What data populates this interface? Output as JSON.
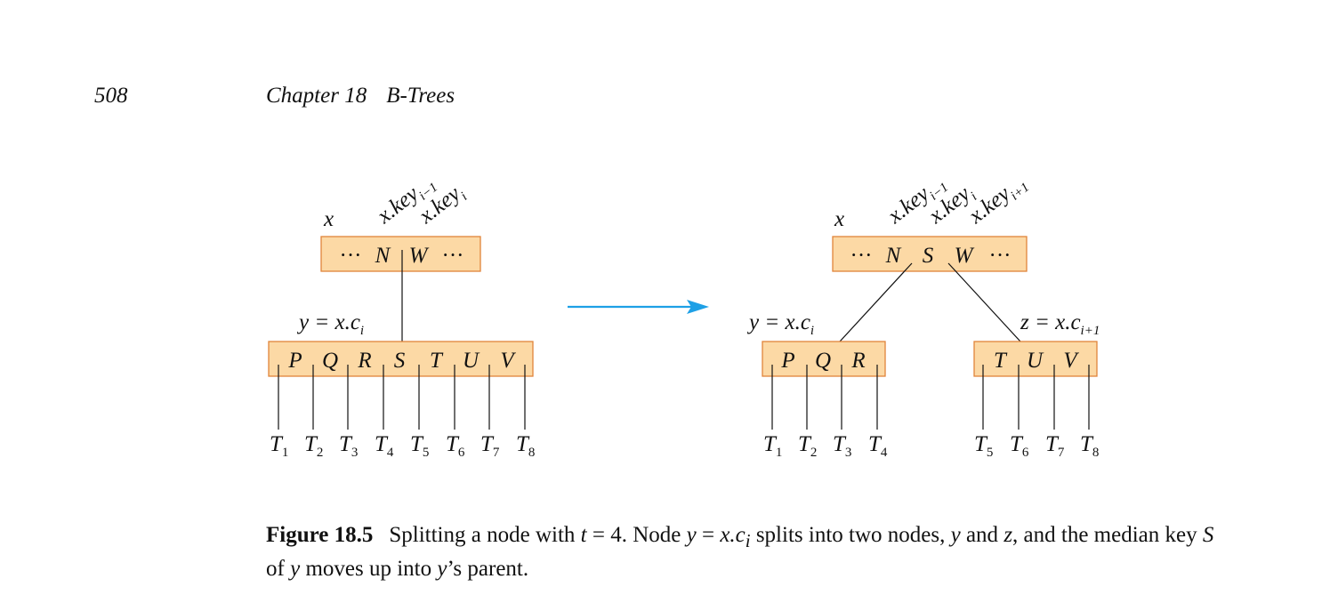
{
  "header": {
    "page_number": "508",
    "chapter": "Chapter 18",
    "chapter_title": "B-Trees"
  },
  "figure": {
    "before": {
      "parent_label": "x",
      "parent_key_labels": [
        {
          "base": "x.key",
          "sub": "i−1"
        },
        {
          "base": "x.key",
          "sub": "i"
        }
      ],
      "parent_keys": [
        "···",
        "N",
        "W",
        "···"
      ],
      "child_label": {
        "base": "y = x.c",
        "sub": "i"
      },
      "child_keys": [
        "P",
        "Q",
        "R",
        "S",
        "T",
        "U",
        "V"
      ],
      "subtrees": [
        {
          "base": "T",
          "sub": "1"
        },
        {
          "base": "T",
          "sub": "2"
        },
        {
          "base": "T",
          "sub": "3"
        },
        {
          "base": "T",
          "sub": "4"
        },
        {
          "base": "T",
          "sub": "5"
        },
        {
          "base": "T",
          "sub": "6"
        },
        {
          "base": "T",
          "sub": "7"
        },
        {
          "base": "T",
          "sub": "8"
        }
      ]
    },
    "after": {
      "parent_label": "x",
      "parent_key_labels": [
        {
          "base": "x.key",
          "sub": "i−1"
        },
        {
          "base": "x.key",
          "sub": "i"
        },
        {
          "base": "x.key",
          "sub": "i+1"
        }
      ],
      "parent_keys": [
        "···",
        "N",
        "S",
        "W",
        "···"
      ],
      "left_label": {
        "base": "y = x.c",
        "sub": "i"
      },
      "right_label": {
        "base": "z = x.c",
        "sub": "i+1"
      },
      "left_keys": [
        "P",
        "Q",
        "R"
      ],
      "right_keys": [
        "T",
        "U",
        "V"
      ],
      "left_subtrees": [
        {
          "base": "T",
          "sub": "1"
        },
        {
          "base": "T",
          "sub": "2"
        },
        {
          "base": "T",
          "sub": "3"
        },
        {
          "base": "T",
          "sub": "4"
        }
      ],
      "right_subtrees": [
        {
          "base": "T",
          "sub": "5"
        },
        {
          "base": "T",
          "sub": "6"
        },
        {
          "base": "T",
          "sub": "7"
        },
        {
          "base": "T",
          "sub": "8"
        }
      ]
    },
    "colors": {
      "node_fill": "#fcd9a5",
      "node_border": "#e0843a",
      "arrow": "#1ea0e6"
    }
  },
  "caption": {
    "label": "Figure 18.5",
    "t1": "Splitting a node with ",
    "m1": "t",
    "t2": " = 4. Node ",
    "m2": "y",
    "t3": " = ",
    "m3": "x.c",
    "m3sub": "i",
    "t4": " splits into two nodes, ",
    "m4": "y",
    "t5": " and ",
    "m5": "z",
    "t6": ", and the median key ",
    "m6": "S",
    "t7": " of ",
    "m7": "y",
    "t8": " moves up into ",
    "m8": "y",
    "t9": "’s parent."
  }
}
